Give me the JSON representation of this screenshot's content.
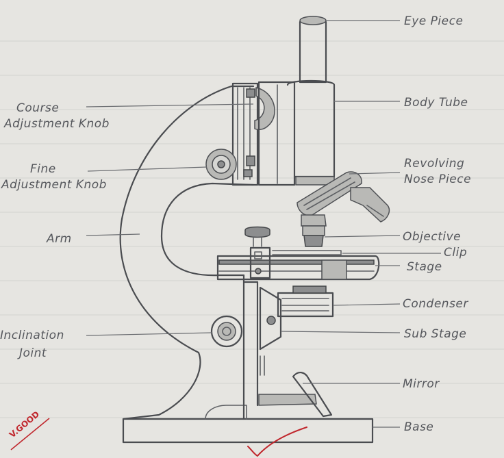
{
  "labels": {
    "eye_piece": "Eye Piece",
    "body_tube": "Body Tube",
    "course_1": "Course",
    "course_2": "Adjustment Knob",
    "fine_1": "Fine",
    "fine_2": "Adjustment Knob",
    "revolving_1": "Revolving",
    "revolving_2": "Nose Piece",
    "arm": "Arm",
    "objective": "Objective",
    "clip": "Clip",
    "stage": "Stage",
    "condenser": "Condenser",
    "inclination_1": "Inclination",
    "inclination_2": "Joint",
    "sub_stage": "Sub Stage",
    "mirror": "Mirror",
    "base": "Base"
  },
  "grade": "V.GOOD",
  "colors": {
    "paper": "#e6e5e1",
    "pencil": "#5d5f63",
    "grade_ink": "#c0262c"
  }
}
